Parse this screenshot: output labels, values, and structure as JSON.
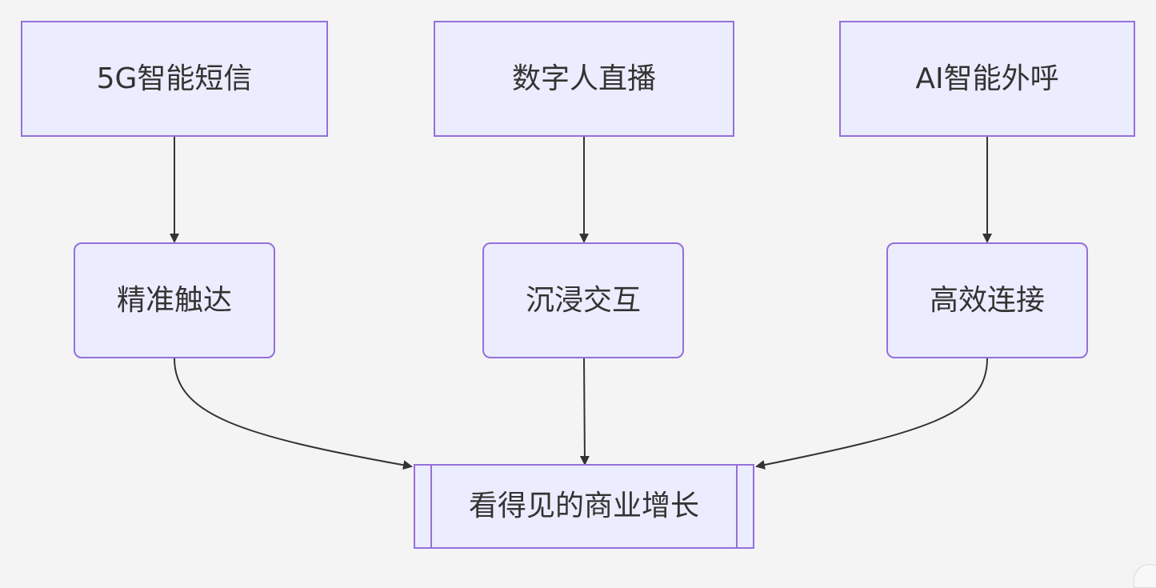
{
  "diagram": {
    "top_nodes": [
      {
        "id": "n1",
        "label": "5G智能短信"
      },
      {
        "id": "n2",
        "label": "数字人直播"
      },
      {
        "id": "n3",
        "label": "AI智能外呼"
      }
    ],
    "middle_nodes": [
      {
        "id": "m1",
        "label": "精准触达"
      },
      {
        "id": "m2",
        "label": "沉浸交互"
      },
      {
        "id": "m3",
        "label": "高效连接"
      }
    ],
    "result_node": {
      "id": "r1",
      "label": "看得见的商业增长"
    },
    "edges": [
      {
        "from": "n1",
        "to": "m1"
      },
      {
        "from": "n2",
        "to": "m2"
      },
      {
        "from": "n3",
        "to": "m3"
      },
      {
        "from": "m1",
        "to": "r1"
      },
      {
        "from": "m2",
        "to": "r1"
      },
      {
        "from": "m3",
        "to": "r1"
      }
    ],
    "colors": {
      "background": "#f4f4f4",
      "node_fill": "#ececff",
      "node_border": "#9370db",
      "text": "#333333",
      "edge": "#333333"
    }
  }
}
